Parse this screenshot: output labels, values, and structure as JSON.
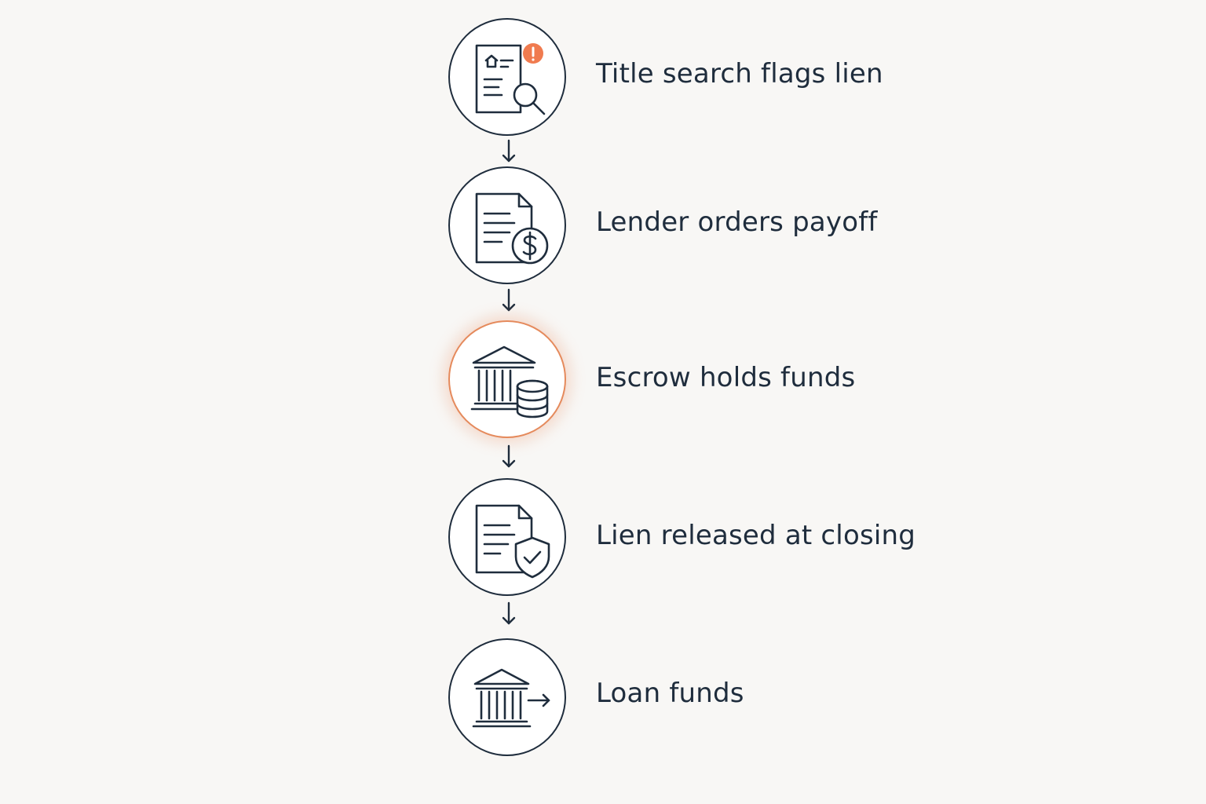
{
  "steps": [
    {
      "label": "Title search flags lien",
      "icon": "document-search-alert-icon"
    },
    {
      "label": "Lender orders payoff",
      "icon": "document-dollar-icon"
    },
    {
      "label": "Escrow holds funds",
      "icon": "bank-coins-icon",
      "highlighted": true
    },
    {
      "label": "Lien released at closing",
      "icon": "document-shield-check-icon"
    },
    {
      "label": "Loan funds",
      "icon": "bank-transfer-icon"
    }
  ],
  "colors": {
    "stroke": "#1f2d3d",
    "accent": "#f07b4f",
    "highlight_ring": "#e58a5c",
    "background": "#f8f7f5"
  }
}
